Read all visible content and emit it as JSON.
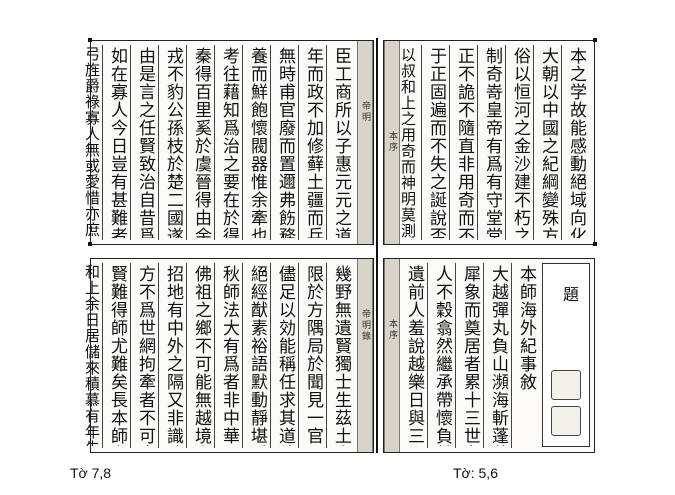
{
  "captions": {
    "left": "Tờ 7,8",
    "right": "Tờ: 5,6"
  },
  "top_left": {
    "columns": [
      "臣工商所以子惠元元之道有",
      "年而政不加修藓土疆而兵輿",
      "無時甫官廢而置邇弗飭務休",
      "養而鮮飽懷閥器惟余牽也閥",
      "考往藉知爲治之要在於得人",
      "秦得百里奚於虞晉得由余於",
      "戎不豹公孫枝於楚二國遂霸",
      "由是言之任賢致治自昔爲然",
      "如在寡人今日豈有甚難者夫",
      "弓旌爵祿寡人無或愛惜亦庶"
    ],
    "binding_mark": "帝明"
  },
  "top_right": {
    "columns": [
      "本之学故能感動絕域向化",
      "大朝以中國之紀綱變殊方之習",
      "俗以恒河之金沙建不朽之業",
      "制奇嵜皇帝有爲有守堂堂正",
      "正不詭不隨直非用奇而不戾",
      "于正固遍而不失之誕說否是",
      "以叔和上之用奇而神明莫測"
    ],
    "binding_mark": "本序"
  },
  "bottom_left": {
    "columns": [
      "幾野無遺賢獨士生茲土大抵",
      "限於方隅局於聞見一官一職",
      "儘足以効能稱任求其道德深",
      "絕經猷素裕語默動靜堪爲千",
      "秋師法大有爲者非中華聖賢",
      "佛祖之鄉不可能無越境之",
      "招地有中外之隔又非識鑒超",
      "方不爲世網拘牽者不可應得",
      "賢難得師尤難矣長本師老",
      "和上余日居儲來積慕有年先"
    ],
    "binding_mark": "帝明錄"
  },
  "bottom_right": {
    "columns": [
      "本師海外紀事敘",
      "大越彈丸負山瀕海斬蓬蒿闢",
      "犀象而奠居者累十三世矣其",
      "人不穀翕然繼承帶懷負越以",
      "遺前人羞說越樂日與三三"
    ],
    "title_char": "題",
    "binding_mark": "本序"
  }
}
